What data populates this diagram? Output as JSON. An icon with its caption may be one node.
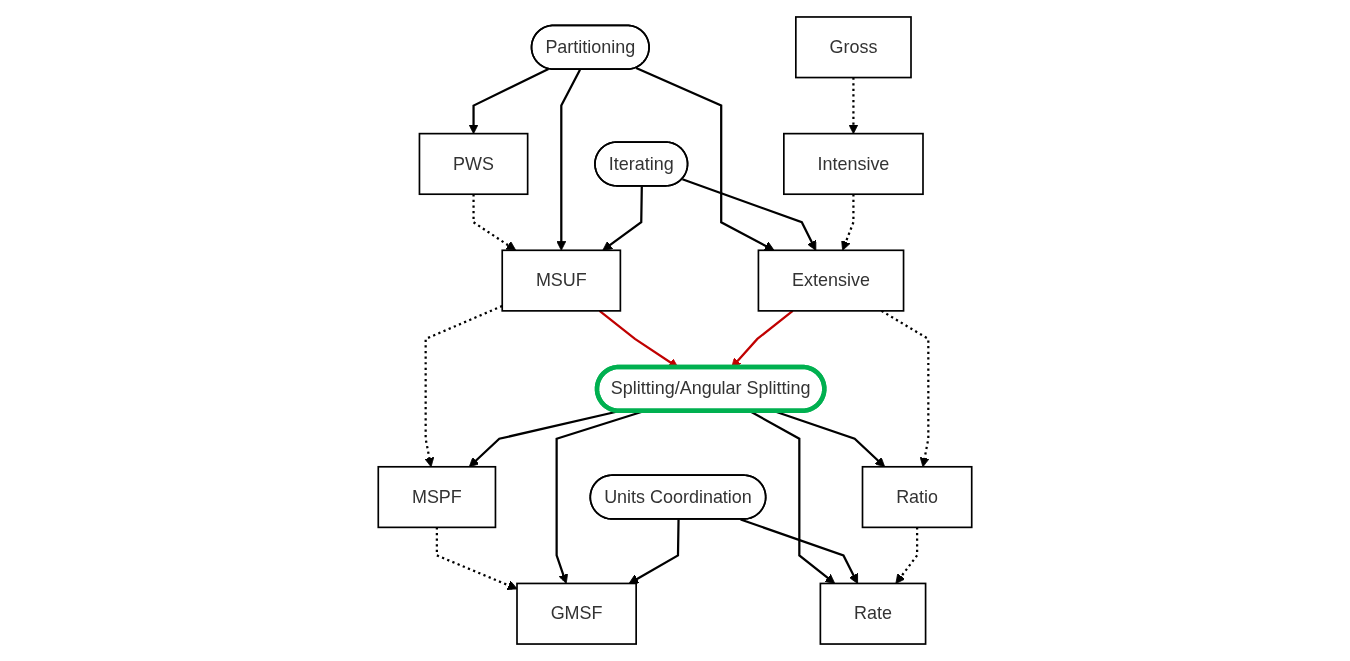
{
  "diagram": {
    "nodes": [
      {
        "text": [
          "PWS"
        ]
      },
      {
        "text": [
          "MSUF"
        ]
      },
      {
        "text": [
          "MSPF"
        ]
      },
      {
        "text": [
          "GMSF"
        ]
      },
      {
        "text": [
          "Partitioning"
        ]
      },
      {
        "text": [
          "Iterating"
        ]
      },
      {
        "text": [
          "Splitting/Angular Splitting"
        ]
      },
      {
        "text": [
          "Units Coordination"
        ]
      },
      {
        "text": [
          "Gross"
        ]
      },
      {
        "text": [
          "Intensive"
        ]
      },
      {
        "text": [
          "Extensive"
        ]
      },
      {
        "text": [
          "Ratio"
        ]
      },
      {
        "text": [
          "Rate"
        ]
      }
    ],
    "edges": [
      {
        "from": 0,
        "to": 1,
        "arrow": "to",
        "style": "dashed"
      },
      {
        "from": 1,
        "to": 2,
        "arrow": "to",
        "style": "dashed"
      },
      {
        "from": 2,
        "to": 3,
        "arrow": "to",
        "style": "dashed"
      },
      {
        "from": 4,
        "to": 0,
        "arrow": "to"
      },
      {
        "from": 4,
        "to": 1,
        "arrow": "to"
      },
      {
        "from": 5,
        "to": 1,
        "arrow": "to"
      },
      {
        "from": 1,
        "to": 6,
        "arrow": "to",
        "color": "#c00000"
      },
      {
        "from": 6,
        "to": 2,
        "arrow": "to"
      },
      {
        "from": 6,
        "to": 3,
        "arrow": "to"
      },
      {
        "from": 7,
        "to": 3,
        "arrow": "to"
      },
      {
        "from": 4,
        "to": 10,
        "arrow": "to"
      },
      {
        "from": 5,
        "to": 10,
        "arrow": "to"
      },
      {
        "from": 10,
        "to": 6,
        "arrow": "to",
        "color": "#c00000"
      },
      {
        "from": 6,
        "to": 11,
        "arrow": "to"
      },
      {
        "from": 6,
        "to": 12,
        "arrow": "to"
      },
      {
        "from": 7,
        "to": 12,
        "arrow": "to"
      },
      {
        "from": 8,
        "to": 9,
        "arrow": "to",
        "style": "dashed"
      },
      {
        "from": 9,
        "to": 10,
        "arrow": "to",
        "style": "dashed"
      },
      {
        "from": 10,
        "to": 11,
        "arrow": "to",
        "style": "dashed"
      },
      {
        "from": 11,
        "to": 12,
        "arrow": "to",
        "style": "dashed"
      }
    ]
  }
}
